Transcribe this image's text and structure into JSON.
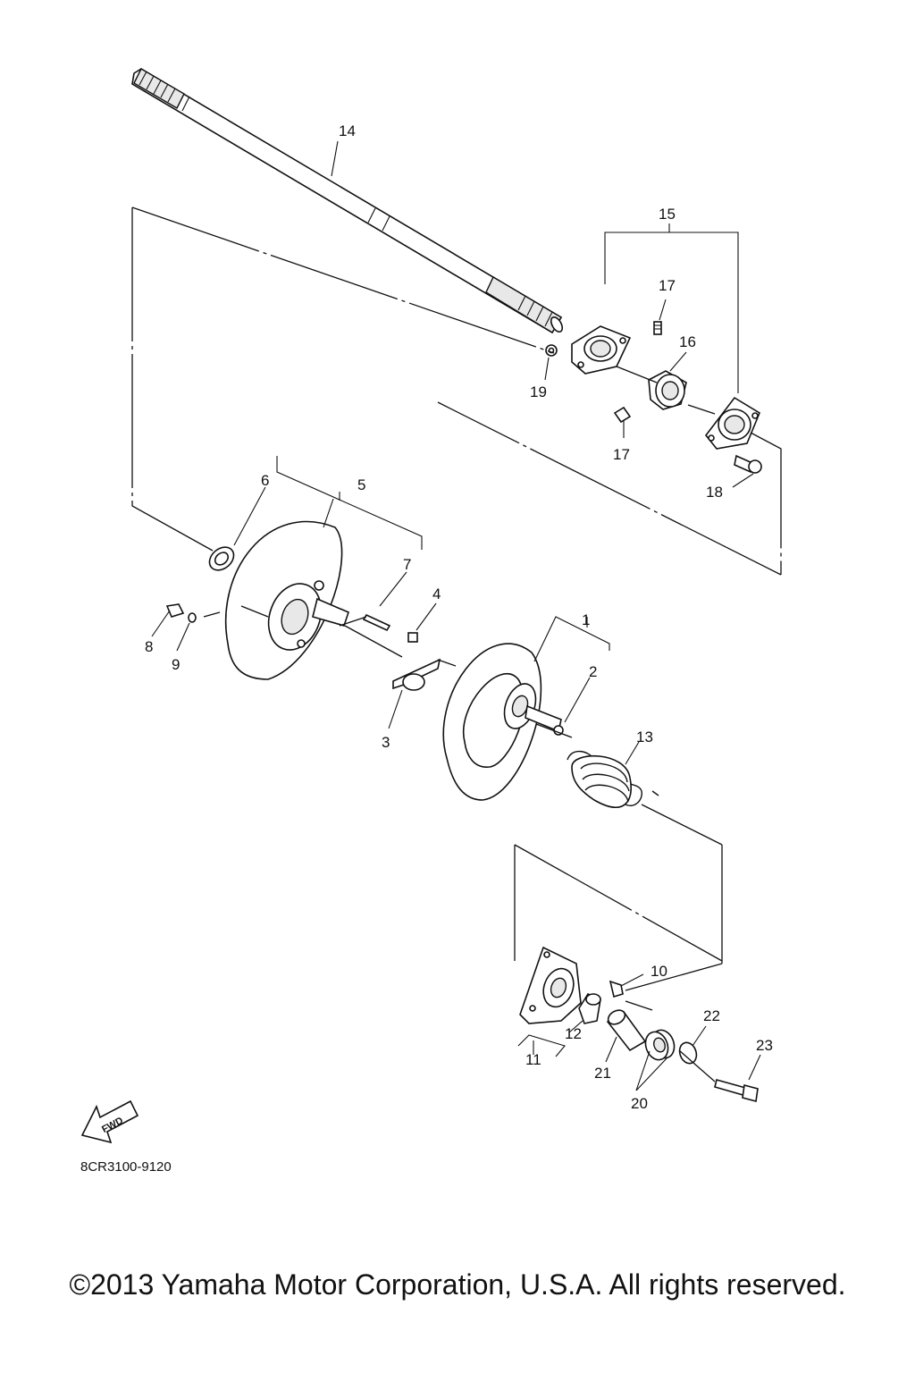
{
  "diagram": {
    "callouts": [
      "1",
      "2",
      "3",
      "4",
      "5",
      "6",
      "7",
      "8",
      "9",
      "10",
      "11",
      "12",
      "13",
      "14",
      "15",
      "16",
      "17",
      "17",
      "18",
      "19",
      "20",
      "21",
      "22",
      "23"
    ],
    "fwd_label": "FWD",
    "code": "8CR3100-9120"
  },
  "footer": {
    "copyright": "©2013 Yamaha Motor Corporation, U.S.A. All rights reserved."
  }
}
